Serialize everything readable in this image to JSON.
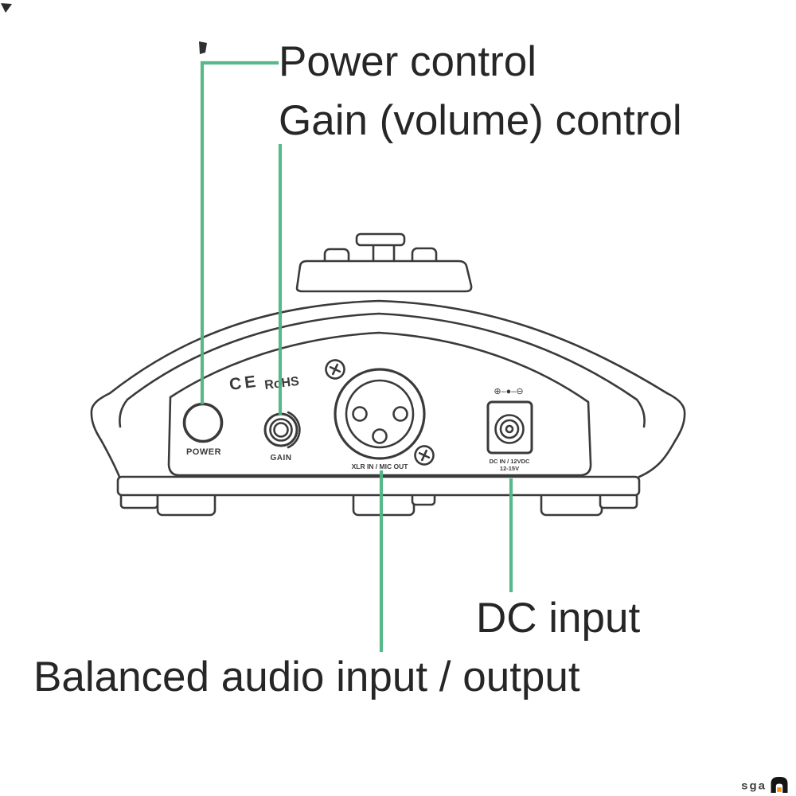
{
  "diagram": {
    "callouts": {
      "power": "Power control",
      "gain": "Gain (volume) control",
      "dc": "DC input",
      "balanced": "Balanced audio input / output"
    },
    "panel_markings": {
      "power_button": "POWER",
      "gain_knob": "GAIN",
      "ce_mark": "CE",
      "rohs_mark": "RoHS",
      "xlr_label": "XLR IN / MIC OUT",
      "dc_label_line1": "DC IN / 12VDC",
      "dc_label_line2": "12-15V",
      "polarity_icon": "⊕–●–⊖"
    },
    "colors": {
      "callout_green": "#4eb584",
      "line_art": "#3a3a3a",
      "label_text": "#262626",
      "logo_orange": "#f7941d"
    }
  },
  "footer": {
    "logo_text": "SGA"
  }
}
